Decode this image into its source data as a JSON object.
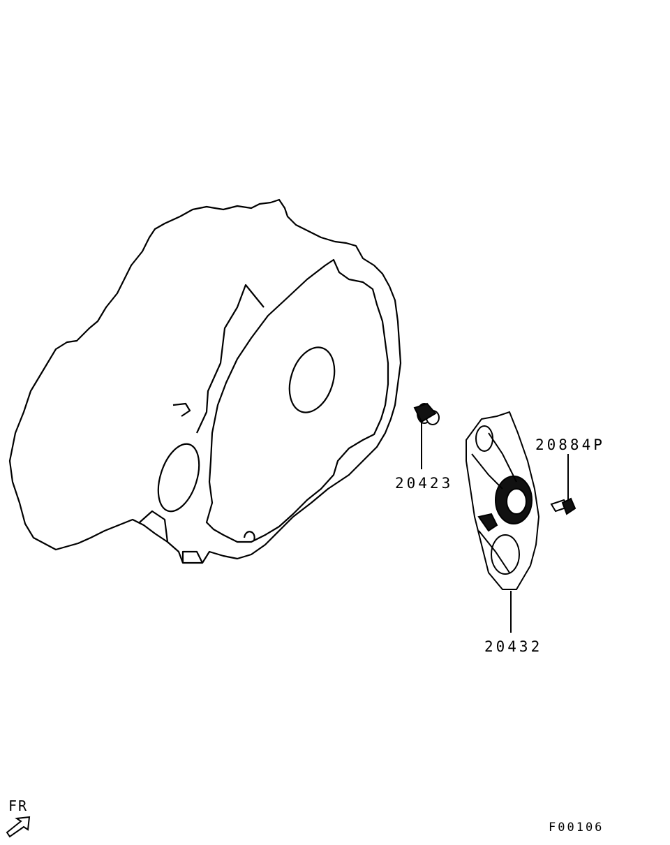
{
  "diagram": {
    "parts": [
      {
        "number": "20423"
      },
      {
        "number": "20884P"
      },
      {
        "number": "20432"
      }
    ],
    "orientation_label": "FR",
    "figure_code": "F00106"
  }
}
